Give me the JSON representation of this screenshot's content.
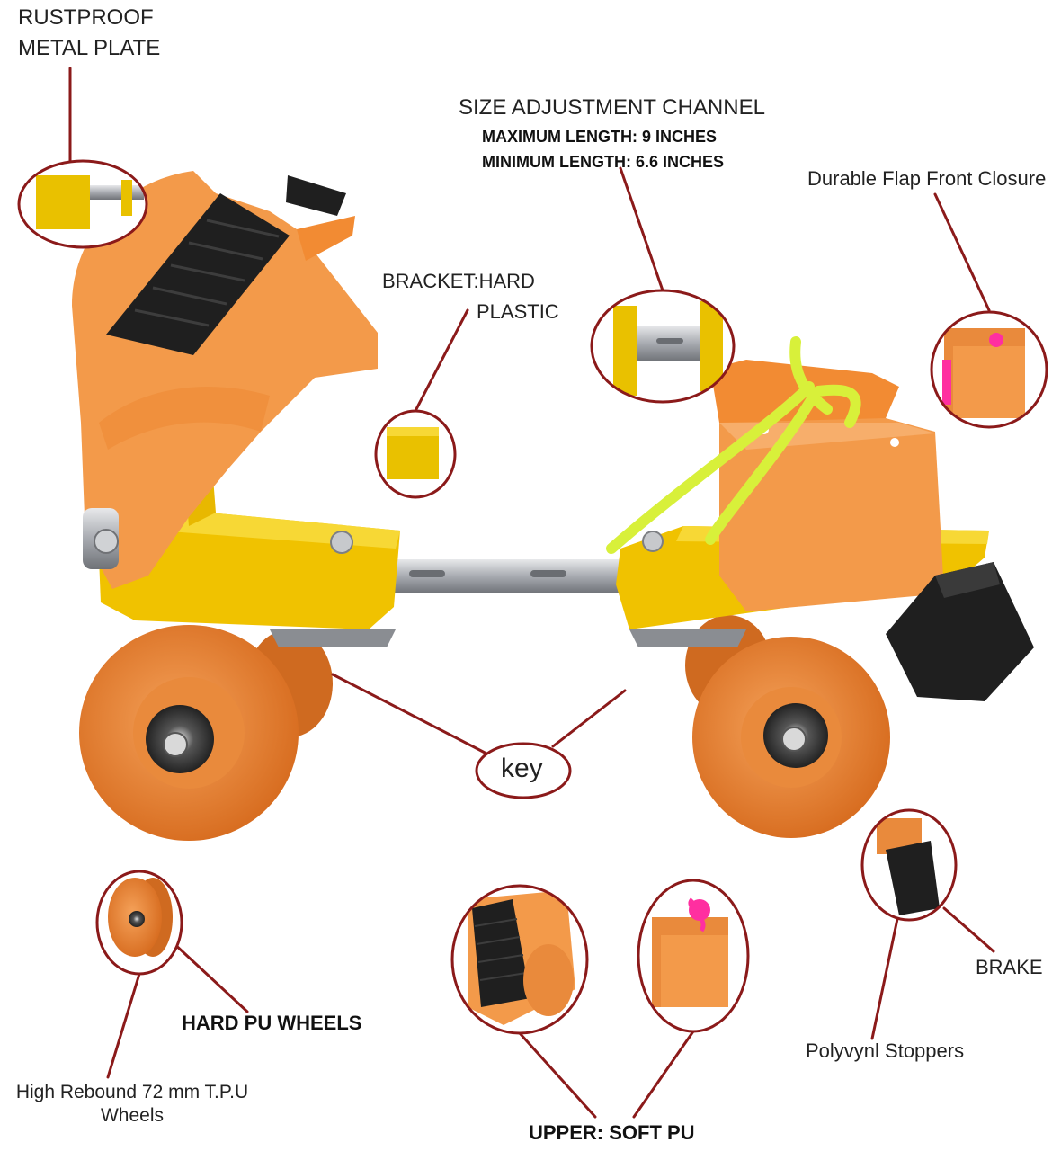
{
  "labels": {
    "rustproof_line1": "RUSTPROOF",
    "rustproof_line2": "METAL PLATE",
    "size_title": "SIZE ADJUSTMENT CHANNEL",
    "size_max": "MAXIMUM LENGTH: 9 INCHES",
    "size_min": "MINIMUM LENGTH: 6.6 INCHES",
    "flap": "Durable Flap Front Closure",
    "bracket_line1": "BRACKET:HARD",
    "bracket_line2": "PLASTIC",
    "key": "key",
    "hard_pu_wheels": "HARD PU WHEELS",
    "rebound_line1": "High Rebound 72 mm T.P.U",
    "rebound_line2": "Wheels",
    "upper": "UPPER: SOFT PU",
    "brake": "BRAKE",
    "stoppers": "Polyvynl Stoppers"
  },
  "colors": {
    "callout_ring": "#8b1a1a",
    "leader_line": "#8b1a1a",
    "shell_orange": "#f39a4a",
    "wheel_orange": "#e47a2a",
    "base_yellow": "#f3c500",
    "strap_black": "#1f1f1f",
    "lace_neon": "#d8f03a",
    "lace_pink": "#ff2fa0",
    "metal": "#b5b8bd"
  }
}
